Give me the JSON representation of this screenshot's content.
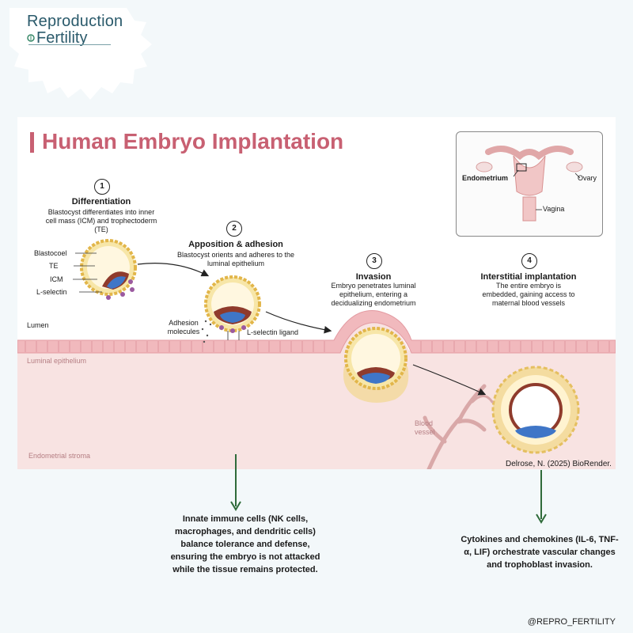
{
  "brand": {
    "line1": "Reproduction",
    "line2": "Fertility"
  },
  "title": "Human Embryo Implantation",
  "inset": {
    "endometrium": "Endometrium",
    "ovary": "Ovary",
    "vagina": "Vagina"
  },
  "steps": [
    {
      "num": "1",
      "title": "Differentiation",
      "desc": "Blastocyst differentiates into inner cell mass (ICM) and trophectoderm (TE)"
    },
    {
      "num": "2",
      "title": "Apposition & adhesion",
      "desc": "Blastocyst orients and adheres to the luminal epithelium"
    },
    {
      "num": "3",
      "title": "Invasion",
      "desc": "Embryo penetrates luminal epithelium, entering a decidualizing endometrium"
    },
    {
      "num": "4",
      "title": "Interstitial implantation",
      "desc": "The entire embryo is embedded, gaining access to maternal blood vessels"
    }
  ],
  "labels": {
    "blastocoel": "Blastocoel",
    "te": "TE",
    "icm": "ICM",
    "lselectin": "L-selectin",
    "adhesion": "Adhesion molecules",
    "lselectin_ligand": "L-selectin ligand",
    "lumen": "Lumen",
    "luminal_epithelium": "Luminal epithelium",
    "endometrial_stroma": "Endometrial stroma",
    "blood_vessel": "Blood vessel",
    "credit": "Delrose, N. (2025) BioRender."
  },
  "notes": {
    "left": "Innate immune cells (NK cells, macrophages, and dendritic cells) balance tolerance and defense, ensuring the embryo is not attacked while the tissue remains protected.",
    "right": "Cytokines and chemokines (IL-6, TNF-α, LIF) orchestrate vascular changes and trophoblast invasion."
  },
  "handle": "@REPRO_FERTILITY",
  "colors": {
    "title": "#c86072",
    "brand": "#2a5a6b",
    "arrow": "#2f6b3a",
    "tissue": "#f6dcdc",
    "epithelium": "#f1b9bd",
    "zona": "#f0cf6a",
    "icm": "#8f3b2c",
    "blue": "#3f76c7"
  }
}
